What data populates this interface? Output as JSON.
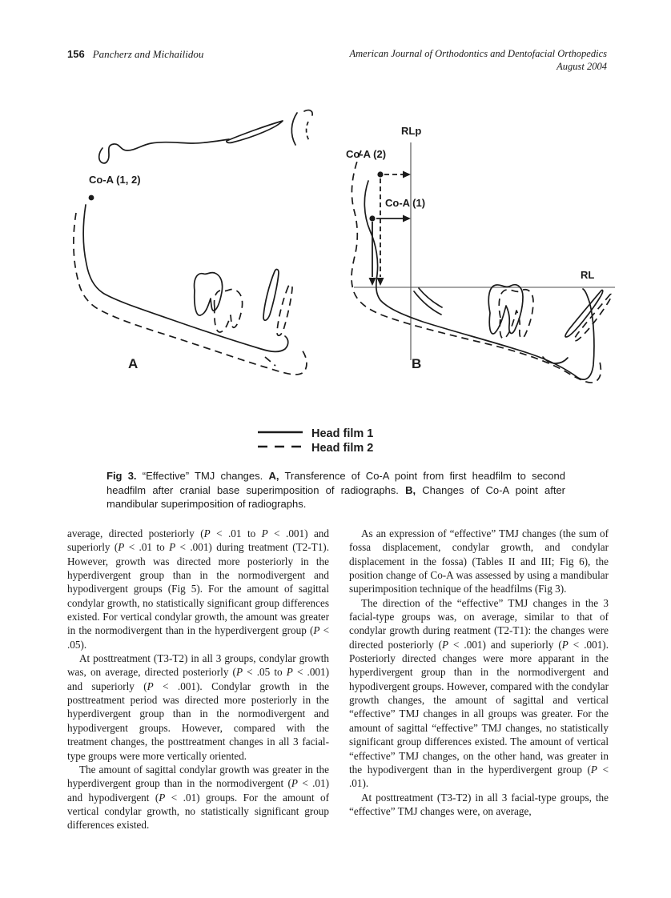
{
  "header": {
    "page_number": "156",
    "authors": "Pancherz and Michailidou",
    "journal": "American Journal of Orthodontics and Dentofacial Orthopedics",
    "issue": "August 2004"
  },
  "figure": {
    "panel_a": {
      "label": "A",
      "coa_label": "Co-A (1, 2)"
    },
    "panel_b": {
      "label": "B",
      "coa2_label": "Co-A (2)",
      "coa1_label": "Co-A (1)",
      "rlp_label": "RLp",
      "rl_label": "RL"
    },
    "legend": {
      "item1": "Head film 1",
      "item2": "Head film 2"
    },
    "caption_html": "<b>Fig 3.</b> “Effective” TMJ changes. <b>A,</b> Transference of Co-A point from first headfilm to second headfilm after cranial base superimposition of radiographs. <b>B,</b> Changes of Co-A point after mandibular superimposition of radiographs."
  },
  "body": {
    "left_column": {
      "p1_html": "average, directed posteriorly (<i>P</i> &lt; .01 to <i>P</i> &lt; .001) and superiorly (<i>P</i> &lt; .01 to <i>P</i> &lt; .001) during treatment (T2-T1). However, growth was directed more posteriorly in the hyperdivergent group than in the normodivergent and hypodivergent groups (Fig 5). For the amount of sagittal condylar growth, no statistically significant group differences existed. For vertical condylar growth, the amount was greater in the normodivergent than in the hyperdivergent group (<i>P</i> &lt; .05).",
      "p2_html": "At posttreatment (T3-T2) in all 3 groups, condylar growth was, on average, directed posteriorly (<i>P</i> &lt; .05 to <i>P</i> &lt; .001) and superiorly (<i>P</i> &lt; .001). Condylar growth in the posttreatment period was directed more posteriorly in the hyperdivergent group than in the normodivergent and hypodivergent groups. However, compared with the treatment changes, the posttreatment changes in all 3 facial-type groups were more vertically oriented.",
      "p3_html": "The amount of sagittal condylar growth was greater in the hyperdivergent group than in the normodivergent (<i>P</i> &lt; .01) and hypodivergent (<i>P</i> &lt; .01) groups. For the amount of vertical condylar growth, no statistically significant group differences existed."
    },
    "right_column": {
      "p1_html": "As an expression of “effective” TMJ changes (the sum of fossa displacement, condylar growth, and condylar displacement in the fossa) (Tables II and III; Fig 6), the position change of Co-A was assessed by using a mandibular superimposition technique of the headfilms (Fig 3).",
      "p2_html": "The direction of the “effective” TMJ changes in the 3 facial-type groups was, on average, similar to that of condylar growth during reatment (T2-T1): the changes were directed posteriorly (<i>P</i> &lt; .001) and superiorly (<i>P</i> &lt; .001). Posteriorly directed changes were more apparant in the hyperdivergent group than in the normodivergent and hypodivergent groups. However, compared with the condylar growth changes, the amount of sagittal and vertical “effective” TMJ changes in all groups was greater. For the amount of sagittal “effective” TMJ changes, no statistically significant group differences existed. The amount of vertical “effective” TMJ changes, on the other hand, was greater in the hypodivergent than in the hyperdivergent group (<i>P</i> &lt; .01).",
      "p3_html": "At posttreatment (T3-T2) in all 3 facial-type groups, the “effective” TMJ changes were, on average,"
    }
  },
  "colors": {
    "ink": "#1b1b1b",
    "reference_line": "#4d4d4d",
    "background": "#ffffff"
  }
}
